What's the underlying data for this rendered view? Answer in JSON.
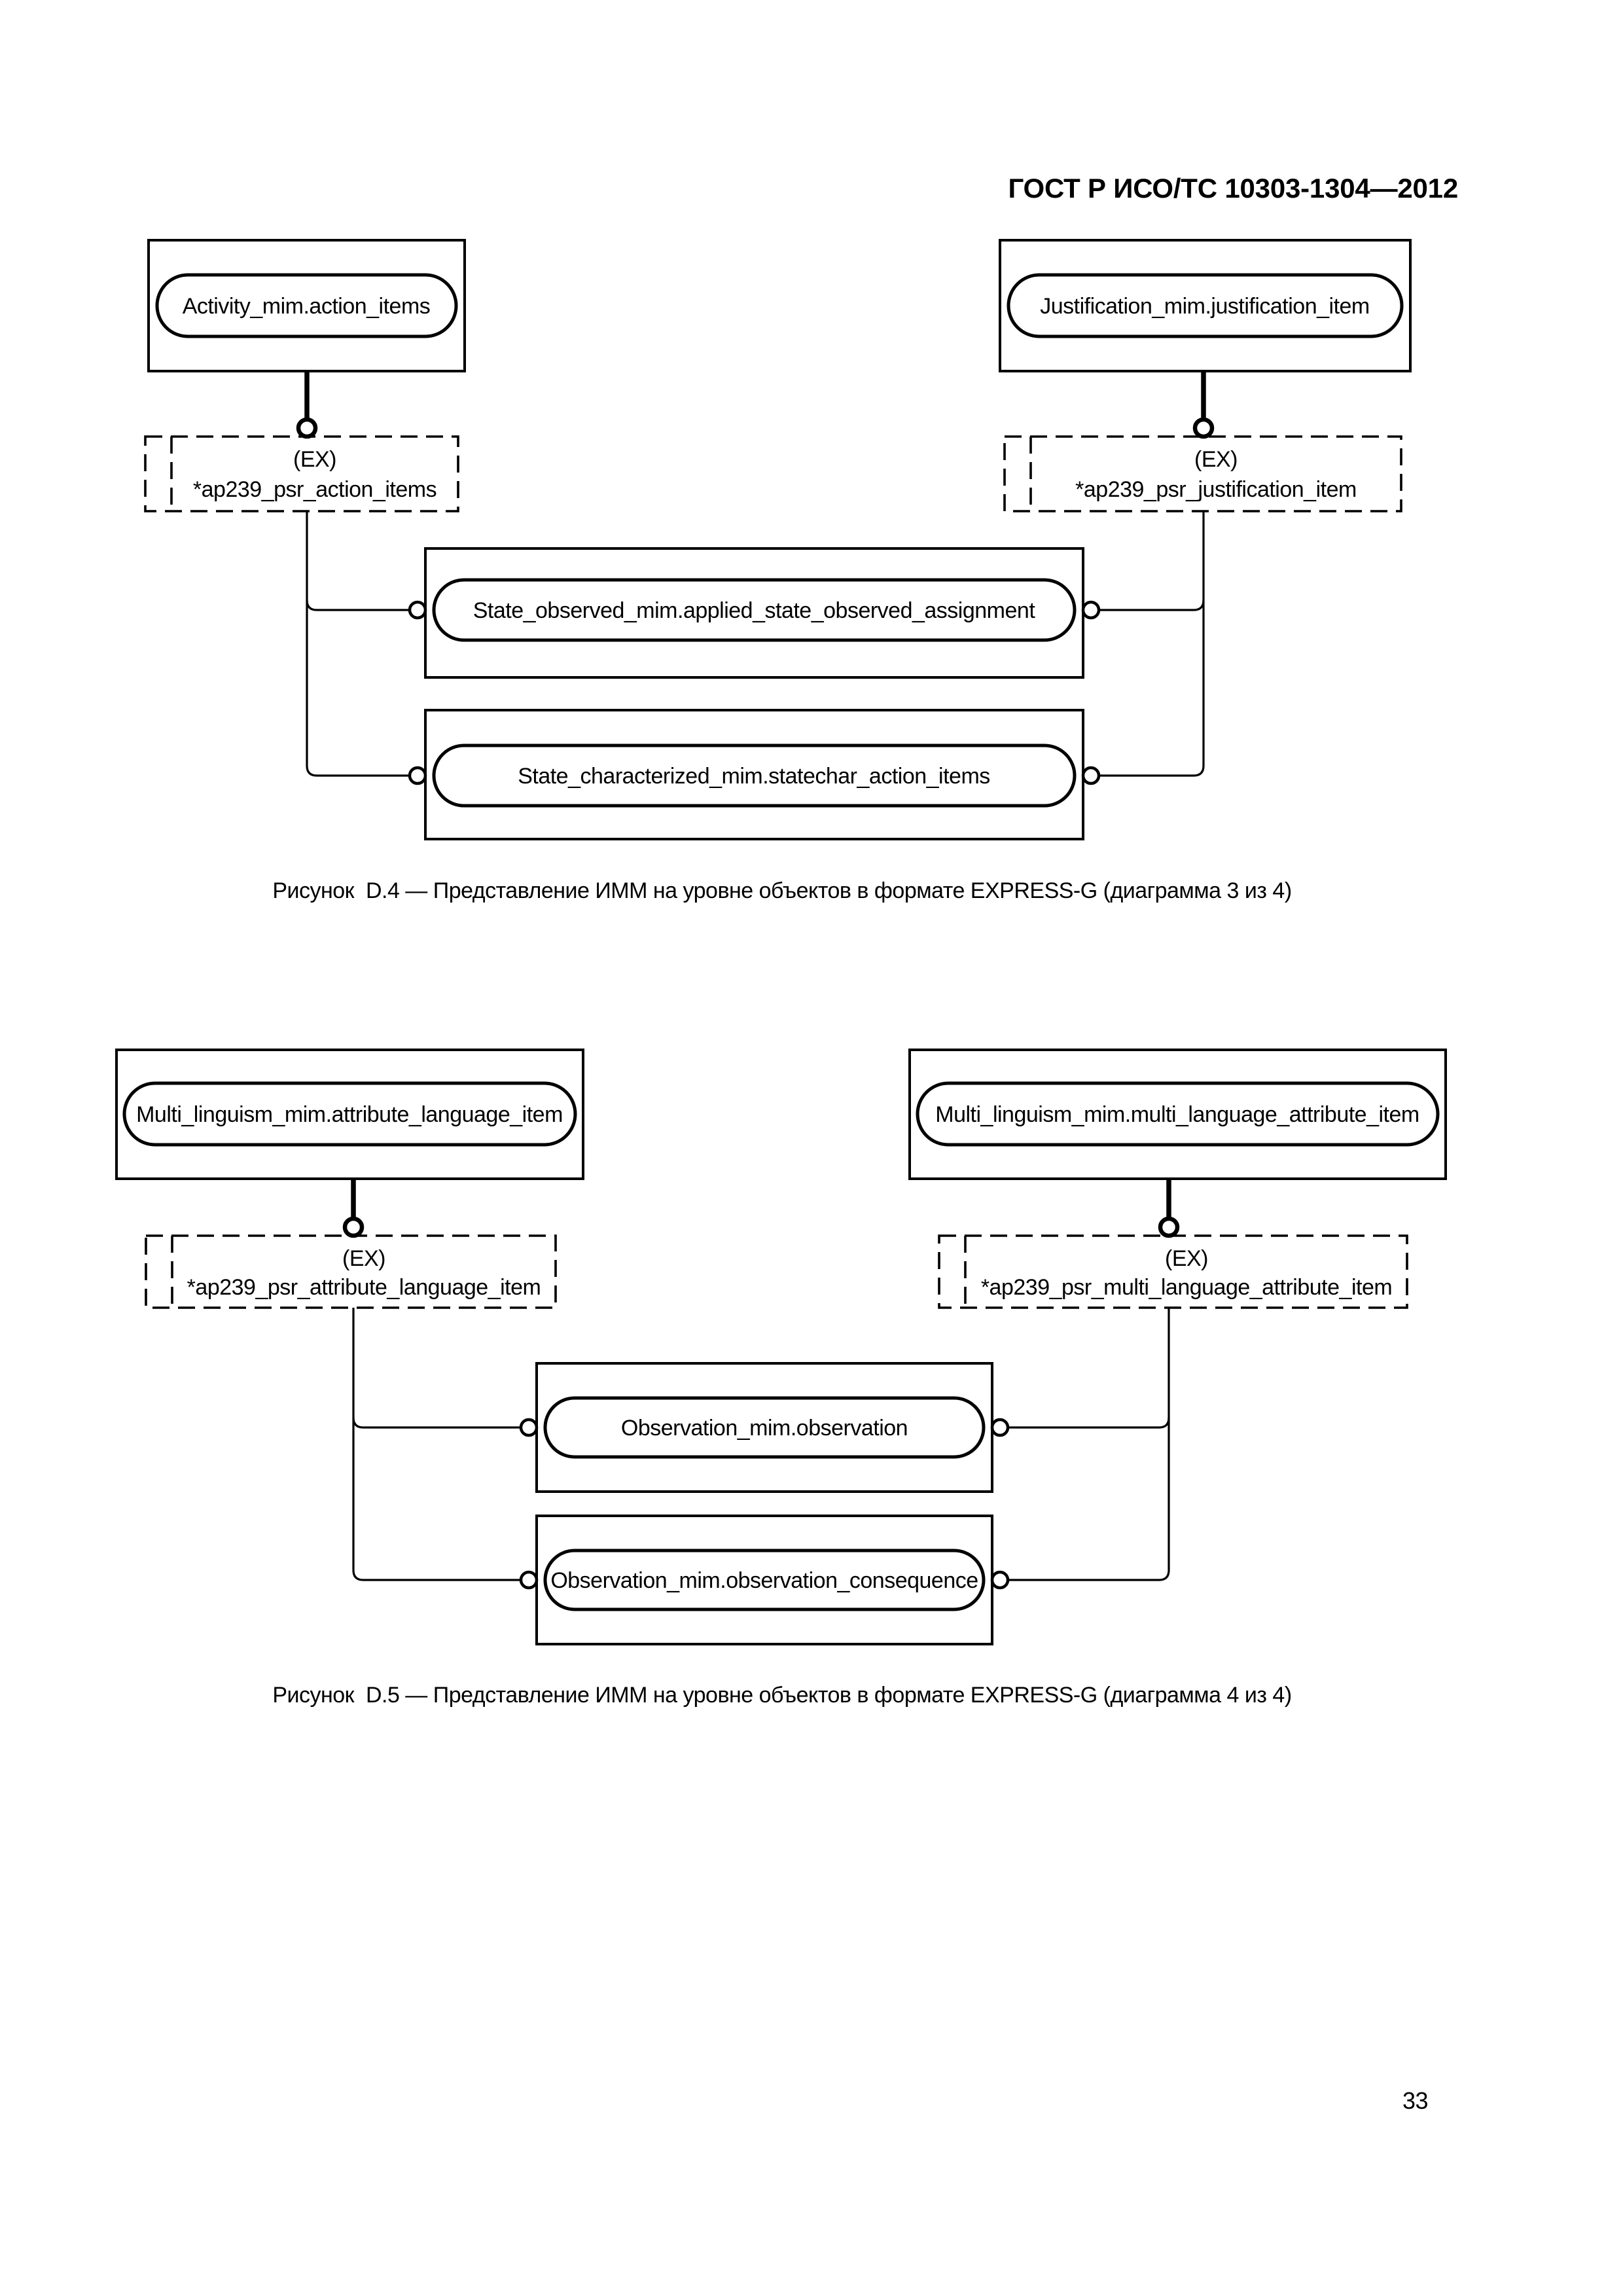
{
  "header": {
    "title": "ГОСТ Р ИСО/ТС 10303-1304—2012"
  },
  "colors": {
    "ink": "#000000",
    "paper": "#ffffff"
  },
  "diagram_d4": {
    "top_left_entity": "Activity_mim.action_items",
    "top_right_entity": "Justification_mim.justification_item",
    "left_ref_tag": "(EX)",
    "left_ref_name": "*ap239_psr_action_items",
    "right_ref_tag": "(EX)",
    "right_ref_name": "*ap239_psr_justification_item",
    "middle_entity_1": "State_observed_mim.applied_state_observed_assignment",
    "middle_entity_2": "State_characterized_mim.statechar_action_items",
    "caption": "Рисунок  D.4 — Представление ИММ на уровне объектов в формате EXPRESS-G (диаграмма 3 из 4)"
  },
  "diagram_d5": {
    "top_left_entity": "Multi_linguism_mim.attribute_language_item",
    "top_right_entity": "Multi_linguism_mim.multi_language_attribute_item",
    "left_ref_tag": "(EX)",
    "left_ref_name": "*ap239_psr_attribute_language_item",
    "right_ref_tag": "(EX)",
    "right_ref_name": "*ap239_psr_multi_language_attribute_item",
    "middle_entity_1": "Observation_mim.observation",
    "middle_entity_2": "Observation_mim.observation_consequence",
    "caption": "Рисунок  D.5 — Представление ИММ на уровне объектов в формате EXPRESS-G (диаграмма 4 из 4)"
  },
  "footer": {
    "page_number": "33"
  }
}
